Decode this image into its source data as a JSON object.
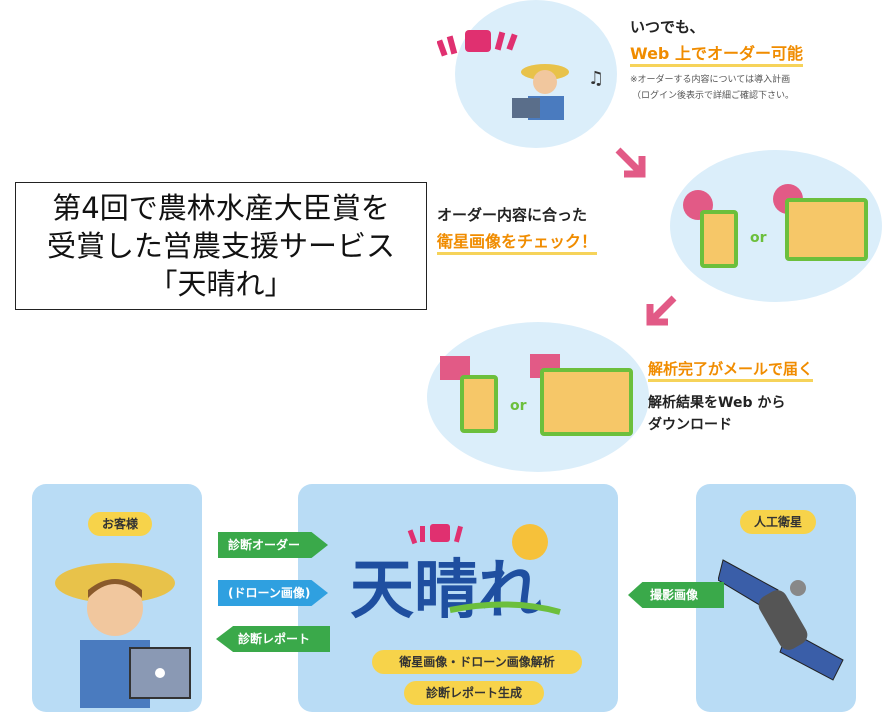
{
  "step1": {
    "title_line1": "いつでも、",
    "title_line2": "Web 上でオーダー可能",
    "note_line1": "※オーダーする内容については導入計画",
    "note_line2": "（ログイン後表示で詳細ご確認下さい。"
  },
  "step2": {
    "line1": "オーダー内容に合った",
    "line2": "衛星画像をチェック！",
    "or_label": "or"
  },
  "step3": {
    "line1": "解析完了がメールで届く",
    "line2": "解析結果をWeb から",
    "line3": "ダウンロード",
    "or_label": "or"
  },
  "caption": {
    "line1": "第4回で農林水産大臣賞を",
    "line2": "受賞した営農支援サービス",
    "line3": "「天晴れ」"
  },
  "flow": {
    "customer_label": "お客様",
    "satellite_label": "人工衛星",
    "arrow_order": "診断オーダー",
    "arrow_drone": "(ドローン画像)",
    "arrow_report": "診断レポート",
    "arrow_imaging": "撮影画像",
    "logo_text": "天晴れ",
    "analysis_label": "衛星画像・ドローン画像解析",
    "report_label": "診断レポート生成"
  },
  "colors": {
    "accent_orange": "#f08c00",
    "panel_blue": "#b9dcf5",
    "circle_blue": "#dbeefa",
    "arrow_green": "#3aa94a",
    "arrow_blue": "#2fa0e0",
    "pink": "#e25a86",
    "label_yellow": "#f7d34a"
  }
}
